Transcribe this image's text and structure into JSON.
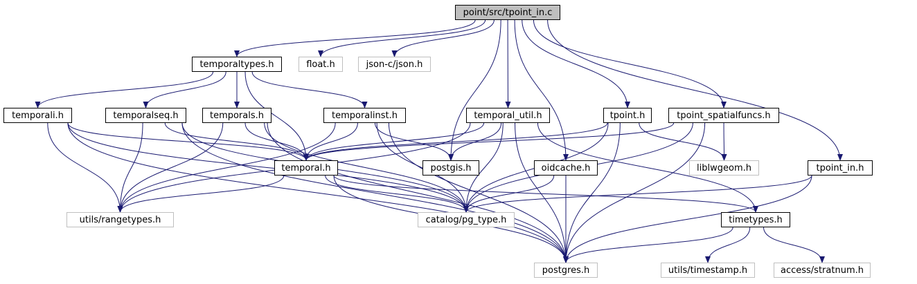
{
  "diagram": {
    "colors": {
      "edge": "#191970",
      "external_border": "#bfbfbf",
      "root_fill": "#bfbfbf",
      "node_border": "#000000"
    },
    "nodes": {
      "root": {
        "label": "point/src/tpoint_in.c"
      },
      "temporaltypes_h": {
        "label": "temporaltypes.h"
      },
      "float_h": {
        "label": "float.h"
      },
      "json_c_json_h": {
        "label": "json-c/json.h"
      },
      "temporali_h": {
        "label": "temporali.h"
      },
      "temporalseq_h": {
        "label": "temporalseq.h"
      },
      "temporals_h": {
        "label": "temporals.h"
      },
      "temporalinst_h": {
        "label": "temporalinst.h"
      },
      "temporal_util_h": {
        "label": "temporal_util.h"
      },
      "tpoint_h": {
        "label": "tpoint.h"
      },
      "tpoint_spatialfuncs_h": {
        "label": "tpoint_spatialfuncs.h"
      },
      "temporal_h": {
        "label": "temporal.h"
      },
      "postgis_h": {
        "label": "postgis.h"
      },
      "oidcache_h": {
        "label": "oidcache.h"
      },
      "liblwgeom_h": {
        "label": "liblwgeom.h"
      },
      "tpoint_in_h": {
        "label": "tpoint_in.h"
      },
      "utils_rangetypes_h": {
        "label": "utils/rangetypes.h"
      },
      "catalog_pg_type_h": {
        "label": "catalog/pg_type.h"
      },
      "timetypes_h": {
        "label": "timetypes.h"
      },
      "postgres_h": {
        "label": "postgres.h"
      },
      "utils_timestamp_h": {
        "label": "utils/timestamp.h"
      },
      "access_stratnum_h": {
        "label": "access/stratnum.h"
      }
    },
    "edges": [
      [
        "root",
        "temporaltypes_h"
      ],
      [
        "root",
        "float_h"
      ],
      [
        "root",
        "json_c_json_h"
      ],
      [
        "root",
        "postgis_h"
      ],
      [
        "root",
        "temporal_util_h"
      ],
      [
        "root",
        "oidcache_h"
      ],
      [
        "root",
        "tpoint_h"
      ],
      [
        "root",
        "tpoint_spatialfuncs_h"
      ],
      [
        "root",
        "tpoint_in_h"
      ],
      [
        "temporaltypes_h",
        "temporali_h"
      ],
      [
        "temporaltypes_h",
        "temporalseq_h"
      ],
      [
        "temporaltypes_h",
        "temporals_h"
      ],
      [
        "temporaltypes_h",
        "temporalinst_h"
      ],
      [
        "temporaltypes_h",
        "temporal_h"
      ],
      [
        "temporali_h",
        "temporal_h"
      ],
      [
        "temporali_h",
        "utils_rangetypes_h"
      ],
      [
        "temporali_h",
        "catalog_pg_type_h"
      ],
      [
        "temporali_h",
        "postgres_h"
      ],
      [
        "temporalseq_h",
        "temporal_h"
      ],
      [
        "temporalseq_h",
        "utils_rangetypes_h"
      ],
      [
        "temporalseq_h",
        "catalog_pg_type_h"
      ],
      [
        "temporalseq_h",
        "postgres_h"
      ],
      [
        "temporals_h",
        "temporal_h"
      ],
      [
        "temporals_h",
        "utils_rangetypes_h"
      ],
      [
        "temporals_h",
        "catalog_pg_type_h"
      ],
      [
        "temporals_h",
        "postgres_h"
      ],
      [
        "temporalinst_h",
        "temporal_h"
      ],
      [
        "temporalinst_h",
        "postgis_h"
      ],
      [
        "temporalinst_h",
        "utils_rangetypes_h"
      ],
      [
        "temporalinst_h",
        "catalog_pg_type_h"
      ],
      [
        "temporalinst_h",
        "postgres_h"
      ],
      [
        "temporal_util_h",
        "temporal_h"
      ],
      [
        "temporal_util_h",
        "postgis_h"
      ],
      [
        "temporal_util_h",
        "utils_rangetypes_h"
      ],
      [
        "temporal_util_h",
        "catalog_pg_type_h"
      ],
      [
        "temporal_util_h",
        "postgres_h"
      ],
      [
        "temporal_util_h",
        "timetypes_h"
      ],
      [
        "tpoint_h",
        "temporal_h"
      ],
      [
        "tpoint_h",
        "liblwgeom_h"
      ],
      [
        "tpoint_h",
        "catalog_pg_type_h"
      ],
      [
        "tpoint_h",
        "postgres_h"
      ],
      [
        "tpoint_spatialfuncs_h",
        "temporal_h"
      ],
      [
        "tpoint_spatialfuncs_h",
        "liblwgeom_h"
      ],
      [
        "tpoint_spatialfuncs_h",
        "catalog_pg_type_h"
      ],
      [
        "tpoint_spatialfuncs_h",
        "postgres_h"
      ],
      [
        "temporal_h",
        "utils_rangetypes_h"
      ],
      [
        "temporal_h",
        "catalog_pg_type_h"
      ],
      [
        "temporal_h",
        "timetypes_h"
      ],
      [
        "temporal_h",
        "postgres_h"
      ],
      [
        "oidcache_h",
        "catalog_pg_type_h"
      ],
      [
        "oidcache_h",
        "postgres_h"
      ],
      [
        "tpoint_in_h",
        "catalog_pg_type_h"
      ],
      [
        "tpoint_in_h",
        "postgres_h"
      ],
      [
        "timetypes_h",
        "postgres_h"
      ],
      [
        "timetypes_h",
        "utils_timestamp_h"
      ],
      [
        "timetypes_h",
        "access_stratnum_h"
      ]
    ]
  }
}
